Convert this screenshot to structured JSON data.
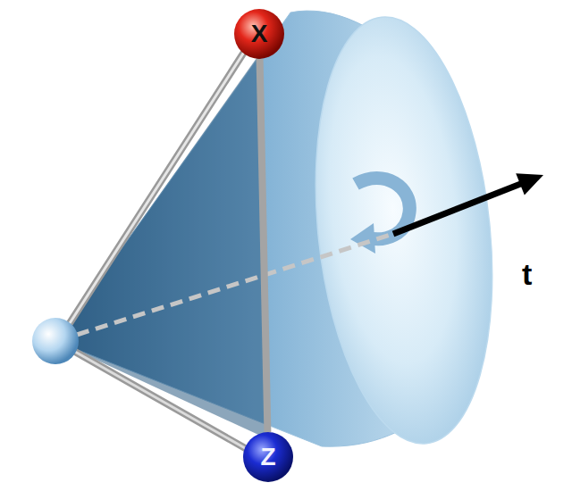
{
  "diagram": {
    "nodes": [
      {
        "text": [
          "X"
        ]
      },
      {
        "text": [
          "Z"
        ]
      }
    ],
    "edges": [
      {
        "from": 0,
        "to": 1,
        "arrow": "none"
      }
    ],
    "labels": [
      "t"
    ]
  }
}
